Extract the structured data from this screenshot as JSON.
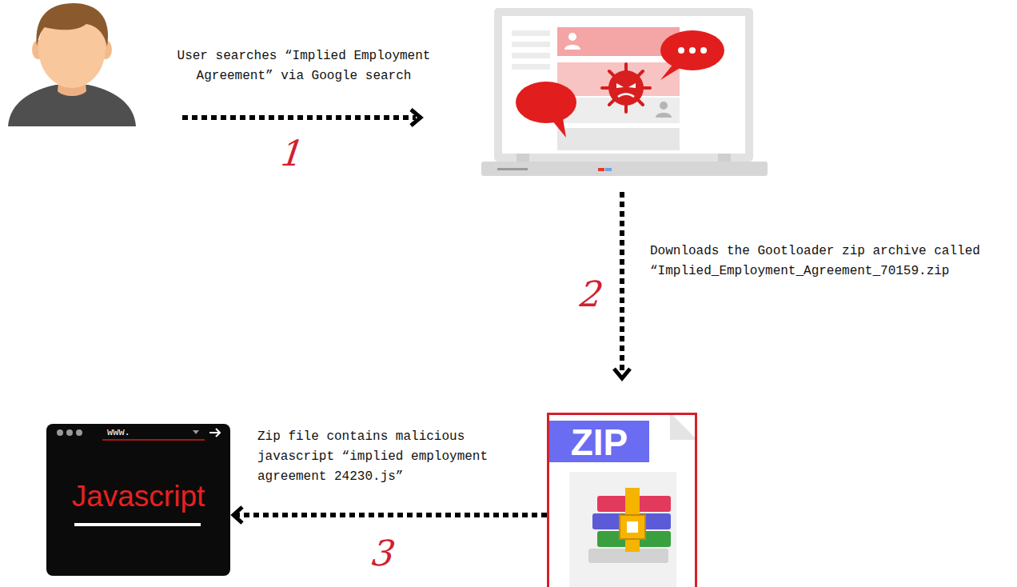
{
  "diagram": {
    "nodes": [
      {
        "text": [
          "ZIP"
        ]
      },
      {
        "text": [
          "www.",
          "Javascript"
        ]
      }
    ],
    "edges": [
      {
        "from": 0,
        "to": 1,
        "arrow": "to",
        "label": "Zip file contains malicious javascript “implied employment agreement 24230.js”"
      }
    ],
    "labels": [
      "User searches “Implied Employment Agreement” via Google search",
      "1",
      "Downloads the Gootloader zip archive called “Implied_Employment_Agreement_70159.zip",
      "2",
      "3"
    ]
  }
}
